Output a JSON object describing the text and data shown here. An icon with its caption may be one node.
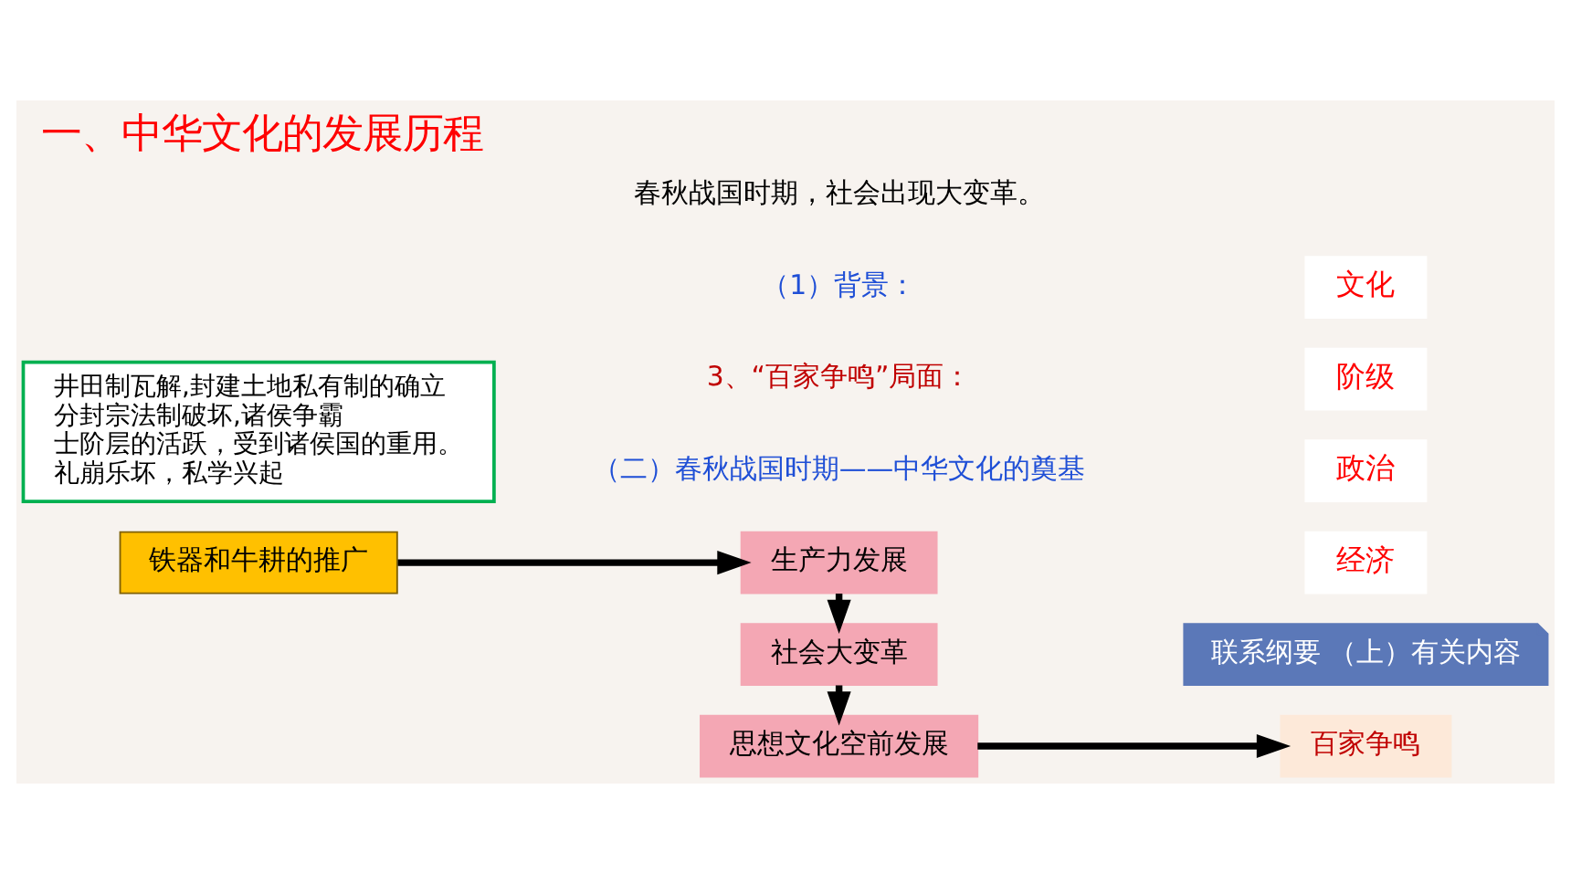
{
  "diagram": {
    "title": "一、中华文化的发展历程",
    "nodes": [
      {
        "text": [
          "生产力发展"
        ]
      },
      {
        "text": [
          "铁器和牛耕的推广"
        ]
      },
      {
        "text": [
          "社会大变革"
        ]
      },
      {
        "text": [
          "思想文化空前发展"
        ]
      },
      {
        "text": [
          "百家争鸣"
        ]
      },
      {
        "text": [
          "联系纲要 （上）有关内容"
        ]
      },
      {
        "text": [
          "经济"
        ]
      },
      {
        "text": [
          "政治"
        ]
      },
      {
        "text": [
          "阶级"
        ]
      },
      {
        "text": [
          "文化"
        ]
      },
      {
        "text": [
          "井田制瓦解,封建土地私有制的确立",
          "分封宗法制破坏,诸侯争霸",
          "士阶层的活跃，受到诸侯国的重用。",
          "礼崩乐坏，私学兴起"
        ]
      }
    ],
    "edges": [
      {
        "from": 1,
        "to": 0,
        "arrow": "to"
      },
      {
        "from": 0,
        "to": 2,
        "arrow": "to"
      },
      {
        "from": 2,
        "to": 3,
        "arrow": "to"
      },
      {
        "from": 3,
        "to": 4,
        "arrow": "to"
      }
    ],
    "labels": [
      "（二）春秋战国时期——中华文化的奠基",
      "3、“百家争鸣”局面：",
      "（1）背景：",
      "春秋战国时期，社会出现大变革。"
    ]
  }
}
